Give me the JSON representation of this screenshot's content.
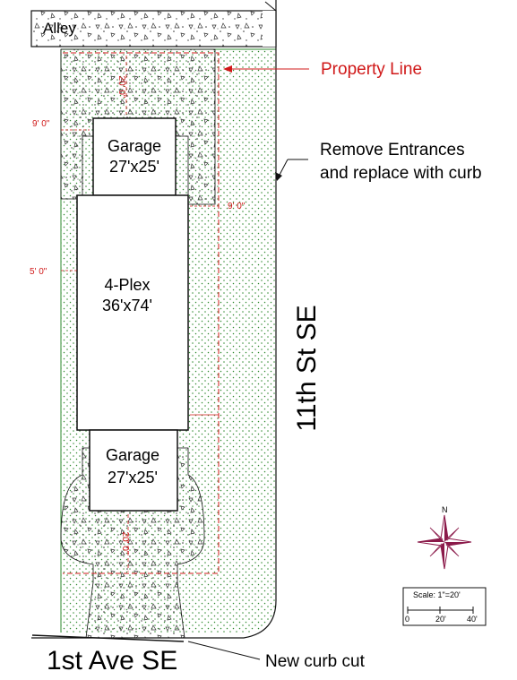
{
  "site_plan": {
    "alley_label": "Alley",
    "street_east_label": "11th St SE",
    "street_south_label": "1st Ave SE",
    "buildings": {
      "garage_north": {
        "name": "Garage",
        "size": "27'x25'"
      },
      "fourplex": {
        "name": "4-Plex",
        "size": "36'x74'"
      },
      "garage_south": {
        "name": "Garage",
        "size": "27'x25'"
      }
    },
    "dimensions": {
      "north_driveway": "20' 0\"",
      "west_setback_top": "9' 0\"",
      "east_setback": "9' 0\"",
      "west_setback_mid": "5' 0\"",
      "south_driveway": "20' 0\""
    },
    "callouts": {
      "property_line": "Property Line",
      "remove_entrances_line1": "Remove Entrances",
      "remove_entrances_line2": "and replace with curb",
      "new_curb_cut": "New curb cut"
    },
    "north_arrow_label": "N",
    "scale_bar": {
      "title": "Scale: 1\"=20'",
      "ticks": [
        "0",
        "20'",
        "40'"
      ]
    },
    "colors": {
      "lawn_dots": "#2f8a2f",
      "property_line": "#d01818",
      "callout_text": "#d01818",
      "compass": "#8b1a4a"
    }
  }
}
